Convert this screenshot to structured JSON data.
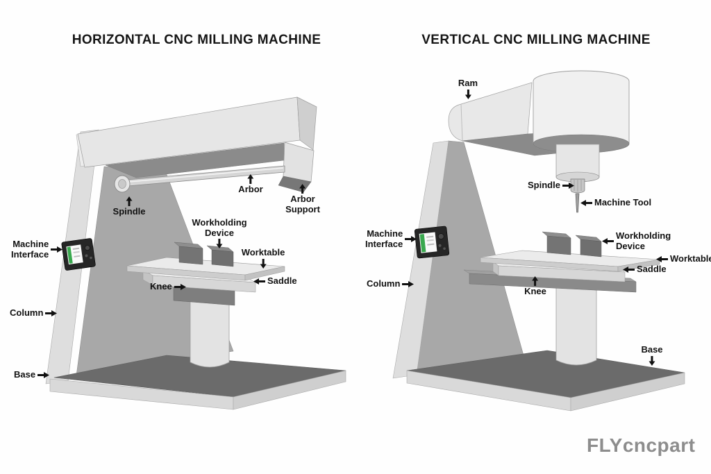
{
  "left_machine": {
    "title": "HORIZONTAL CNC MILLING MACHINE",
    "labels": {
      "spindle": "Spindle",
      "arbor": "Arbor",
      "arbor_support": "Arbor\nSupport",
      "workholding_device": "Workholding\nDevice",
      "worktable": "Worktable",
      "saddle": "Saddle",
      "knee": "Knee",
      "machine_interface": "Machine\nInterface",
      "column": "Column",
      "base": "Base"
    }
  },
  "right_machine": {
    "title": "VERTICAL CNC MILLING MACHINE",
    "labels": {
      "ram": "Ram",
      "spindle": "Spindle",
      "machine_tool": "Machine Tool",
      "machine_interface": "Machine\nInterface",
      "workholding_device": "Workholding\nDevice",
      "worktable": "Worktable",
      "saddle": "Saddle",
      "column": "Column",
      "knee": "Knee",
      "base": "Base"
    }
  },
  "watermark": "FLYcncpart",
  "colors": {
    "background": "#ffffff",
    "label_text": "#111111",
    "watermark_text": "#8d8d8d",
    "machine_light": "#e5e5e5",
    "machine_mid": "#a8a8a8",
    "machine_dark": "#6b6b6b",
    "interface_screen_green": "#39a84e"
  }
}
